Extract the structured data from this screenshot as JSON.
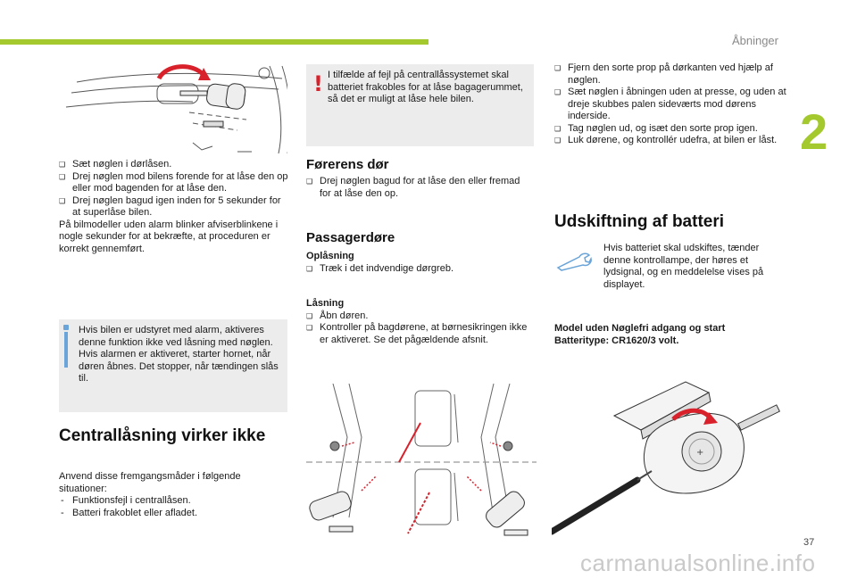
{
  "header": {
    "section_name": "Åbninger",
    "chapter_number": "2",
    "page_number": "37",
    "accent_color": "#a3c92e"
  },
  "col1": {
    "steps": [
      "Sæt nøglen i dørlåsen.",
      "Drej nøglen mod bilens forende for at låse den op eller mod bagenden for at låse den.",
      "Drej nøglen bagud igen inden for 5 sekunder for at superlåse bilen."
    ],
    "para": "På bilmodeller uden alarm blinker afviserblinkene i nogle sekunder for at bekræfte, at proceduren er korrekt gennemført.",
    "info": "Hvis bilen er udstyret med alarm, aktiveres denne funktion ikke ved låsning med nøglen. Hvis alarmen er aktiveret, starter hornet, når døren åbnes. Det stopper, når tændingen slås til.",
    "heading": "Centrallåsning virker ikke",
    "intro": "Anvend disse fremgangsmåder i følgende situationer:",
    "dashes": [
      "Funktionsfejl i centrallåsen.",
      "Batteri frakoblet eller afladet."
    ]
  },
  "col2": {
    "warning": "I tilfælde af fejl på centrallåssystemet skal batteriet frakobles for at låse bagagerummet, så det er muligt at låse hele bilen.",
    "driver_heading": "Førerens dør",
    "driver_step": "Drej nøglen bagud for at låse den eller fremad for at låse den op.",
    "pass_heading": "Passagerdøre",
    "unlock_label": "Oplåsning",
    "unlock_step": "Træk i det indvendige dørgreb.",
    "lock_label": "Låsning",
    "lock_steps": [
      "Åbn døren.",
      "Kontroller på bagdørene, at børnesikringen ikke er aktiveret. Se det pågældende afsnit."
    ]
  },
  "col3": {
    "steps": [
      "Fjern den sorte prop på dørkanten ved hjælp af nøglen.",
      "Sæt nøglen i åbningen uden at presse, og uden at dreje skubbes palen sideværts mod dørens inderside.",
      "Tag nøglen ud, og isæt den sorte prop igen.",
      "Luk dørene, og kontrollér udefra, at bilen er låst."
    ],
    "heading": "Udskiftning af batteri",
    "battery_note": "Hvis batteriet skal udskiftes, tænder denne kontrollampe, der høres et lydsignal, og en meddelelse vises på displayet.",
    "model_line1": "Model uden Nøglefri adgang og start",
    "model_line2": "Batteritype: CR1620/3 volt."
  },
  "watermark": "carmanualsonline.info"
}
